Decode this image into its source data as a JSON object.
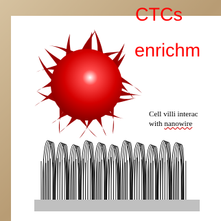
{
  "diagram": {
    "title_lines": [
      "CTCs",
      "enrichm"
    ],
    "caption": {
      "line1": "Cell villi interac",
      "line2_prefix": "with ",
      "line2_word": "nanowire"
    }
  },
  "colors": {
    "title": "#ff0000",
    "cell_core": "#d40000",
    "cell_villi": "#990000",
    "substrate": "#c0c0c0",
    "panel": "#ffffff"
  }
}
